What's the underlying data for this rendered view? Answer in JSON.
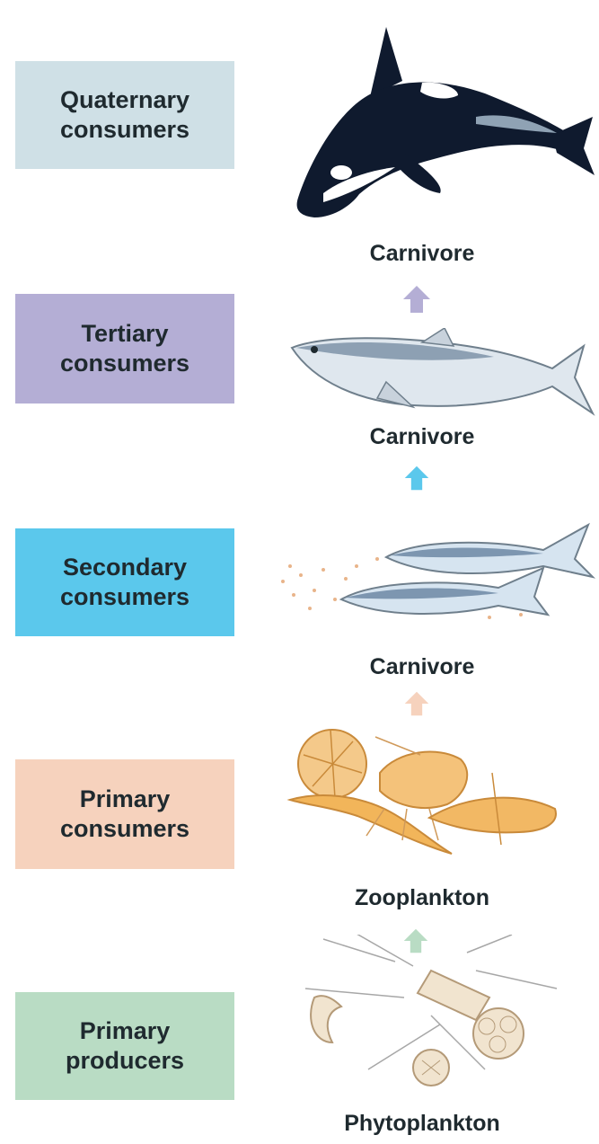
{
  "levels": [
    {
      "label": "Quaternary consumers",
      "line1": "Quaternary",
      "line2": "consumers",
      "color": "#cfe0e6"
    },
    {
      "label": "Tertiary consumers",
      "line1": "Tertiary",
      "line2": "consumers",
      "color": "#b4aed5"
    },
    {
      "label": "Secondary consumers",
      "line1": "Secondary",
      "line2": "consumers",
      "color": "#5bc8ec"
    },
    {
      "label": "Primary consumers",
      "line1": "Primary",
      "line2": "consumers",
      "color": "#f6d2bd"
    },
    {
      "label": "Primary producers",
      "line1": "Primary",
      "line2": "producers",
      "color": "#b9dcc4"
    }
  ],
  "organisms": [
    {
      "label": "Carnivore",
      "icon": "orca-icon"
    },
    {
      "label": "Carnivore",
      "icon": "tuna-icon"
    },
    {
      "label": "Carnivore",
      "icon": "small-fish-icon"
    },
    {
      "label": "Zooplankton",
      "icon": "zooplankton-icon"
    },
    {
      "label": "Phytoplankton",
      "icon": "phytoplankton-icon"
    }
  ],
  "arrow_colors": [
    "#b4aed5",
    "#5bc8ec",
    "#f6d2bd",
    "#b9dcc4"
  ]
}
